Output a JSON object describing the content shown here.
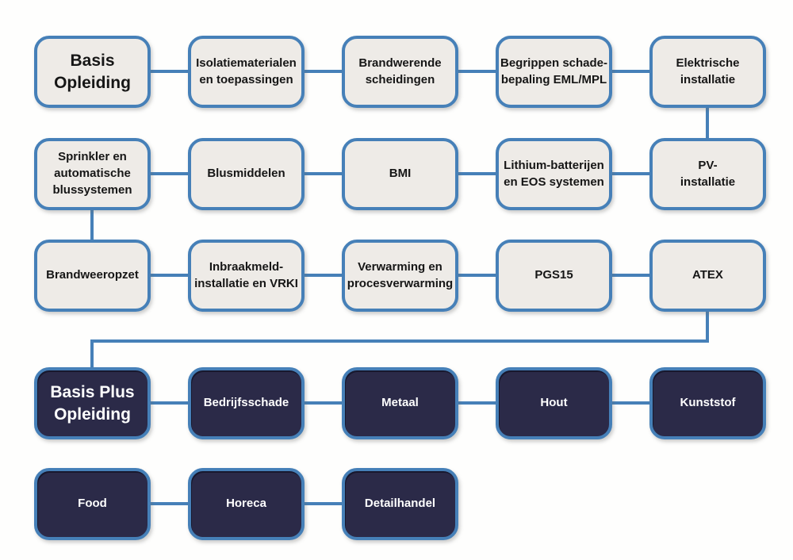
{
  "colors": {
    "border_blue": "#4680b8",
    "light_fill": "#eeebe7",
    "dark_fill": "#2b2a48",
    "connector_blue": "#4680b8",
    "light_text": "#161616",
    "dark_text": "#ffffff"
  },
  "rows": [
    {
      "name": "basis-opleiding-row-1",
      "boxes": [
        {
          "label": "Basis\nOpleiding"
        },
        {
          "label": "Isolatiematerialen\nen toepassingen"
        },
        {
          "label": "Brandwerende\nscheidingen"
        },
        {
          "label": "Begrippen schade-\nbepaling EML/MPL"
        },
        {
          "label": "Elektrische\ninstallatie"
        }
      ]
    },
    {
      "name": "basis-opleiding-row-2",
      "boxes": [
        {
          "label": "Sprinkler en\nautomatische\nblussystemen"
        },
        {
          "label": "Blusmiddelen"
        },
        {
          "label": "BMI"
        },
        {
          "label": "Lithium-batterijen\nen EOS systemen"
        },
        {
          "label": "PV-\ninstallatie"
        }
      ]
    },
    {
      "name": "basis-opleiding-row-3",
      "boxes": [
        {
          "label": "Brandweeropzet"
        },
        {
          "label": "Inbraakmeld-\ninstallatie en VRKI"
        },
        {
          "label": "Verwarming en\nprocesverwarming"
        },
        {
          "label": "PGS15"
        },
        {
          "label": "ATEX"
        }
      ]
    },
    {
      "name": "basis-plus-opleiding-row-1",
      "boxes": [
        {
          "label": "Basis Plus\nOpleiding"
        },
        {
          "label": "Bedrijfsschade"
        },
        {
          "label": "Metaal"
        },
        {
          "label": "Hout"
        },
        {
          "label": "Kunststof"
        }
      ]
    },
    {
      "name": "basis-plus-opleiding-row-2",
      "boxes": [
        {
          "label": "Food"
        },
        {
          "label": "Horeca"
        },
        {
          "label": "Detailhandel"
        }
      ]
    }
  ]
}
